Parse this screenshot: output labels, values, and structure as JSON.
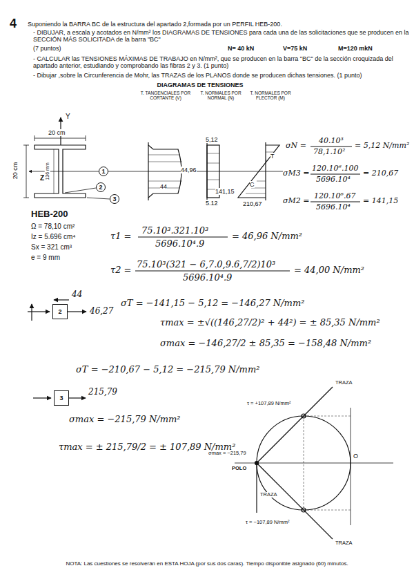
{
  "diagram": {
    "nodes": [
      {
        "text": [
          "1"
        ]
      },
      {
        "text": [
          "2"
        ]
      },
      {
        "text": [
          "3"
        ]
      },
      {
        "text": [
          "2"
        ]
      },
      {
        "text": [
          "3"
        ]
      }
    ],
    "labels": [
      "4",
      "Suponiendo la BARRA BC de la estructura del apartado 2,formada por un PERFIL HEB-200.",
      "- DIBUJAR, a escala y acotados en N/mm² los DIAGRAMAS DE TENSIONES para cada una de las solicitaciones que se producen en la SECCIÓN MÁS SOLICITADA de la barra \"BC\"",
      "N= 40 kN",
      "V=75 kN",
      "M=120 mkN",
      "(7 puntos)",
      "- CALCULAR las TENSIONES MÁXIMAS DE TRABAJO en N/mm², que se producen en la barra \"BC\" de la sección croquizada del apartado anterior, estudiando y comprobando las fibras 2 y 3. (1 punto)",
      "- Dibujar ,sobre la Circunferencia de Mohr, las TRAZAS de los PLANOS donde se producen dichas tensiones. (1 punto)",
      "DIAGRAMAS DE TENSIONES",
      "T. TANGENCIALES POR CORTANTE (V)",
      "T. NORMALES POR NORMAL (N)",
      "T. NORMALES POR FLECTOR (M)",
      "Y",
      "20 cm",
      "20 cm",
      "136 mm",
      "Z",
      "44,96",
      "44",
      "5,12",
      "5.12",
      "T",
      "C",
      "141,15",
      "210,67",
      "HEB-200",
      "Ω = 78,10 cm²",
      "Iz = 5.696 cm⁴",
      "Sx = 321 cm³",
      "e = 9 mm",
      "σN =",
      "40.10³",
      "78,1.10²",
      "= 5,12 N/mm²",
      "σM3 =",
      "120.10⁶.100",
      "5696.10⁴",
      "= 210,67",
      "σM2 =",
      "120.10⁶.67",
      "5696.10⁴",
      "= 141,15",
      "τ1 =",
      "75.10³.321.10³",
      "5696.10⁴.9",
      "= 46,96 N/mm²",
      "τ2 =",
      "75.10³(321 − 6,7.0,9.6,7/2)10³",
      "5696.10⁴.9",
      "= 44,00 N/mm²",
      "44",
      "46,27",
      "σT = −141,15 − 5,12 = −146,27 N/mm²",
      "τmax = ±√((146,27/2)² + 44²) = ± 85,35 N/mm²",
      "σmax = −146,27/2 ± 85,35 = −158,48 N/mm²",
      "σT = −210,67 − 5,12 = −215,79 N/mm²",
      "215,79",
      "σmax = −215,79 N/mm²",
      "τmax = ± 215,79/2 = ± 107,89 N/mm²",
      "TRAZA",
      "τ = +107,89 N/mm²",
      "σmax = −215,79",
      "POLO",
      "O",
      "TRAZA",
      "TRAZA",
      "τ = −107,89 N/mm²",
      "NOTA: Las cuestiones se resolverán en ESTA HOJA (por sus dos caras). Tiempo disponible asignado (60) minutos."
    ]
  }
}
